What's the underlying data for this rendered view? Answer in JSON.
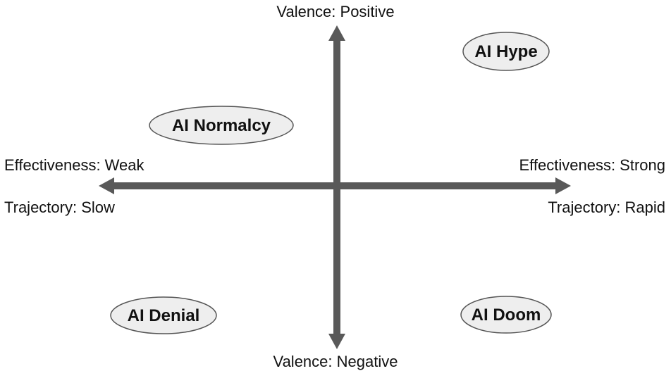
{
  "axes": {
    "top_label": "Valence: Positive",
    "bottom_label": "Valence: Negative",
    "left_top_label": "Effectiveness: Weak",
    "left_bottom_label": "Trajectory: Slow",
    "right_top_label": "Effectiveness: Strong",
    "right_bottom_label": "Trajectory: Rapid",
    "color": "#595959"
  },
  "quadrants": {
    "top_right": "AI Hype",
    "top_left": "AI Normalcy",
    "bottom_left": "AI Denial",
    "bottom_right": "AI Doom"
  },
  "style": {
    "bubble_fill": "#eeeeee",
    "bubble_stroke": "#555555"
  }
}
